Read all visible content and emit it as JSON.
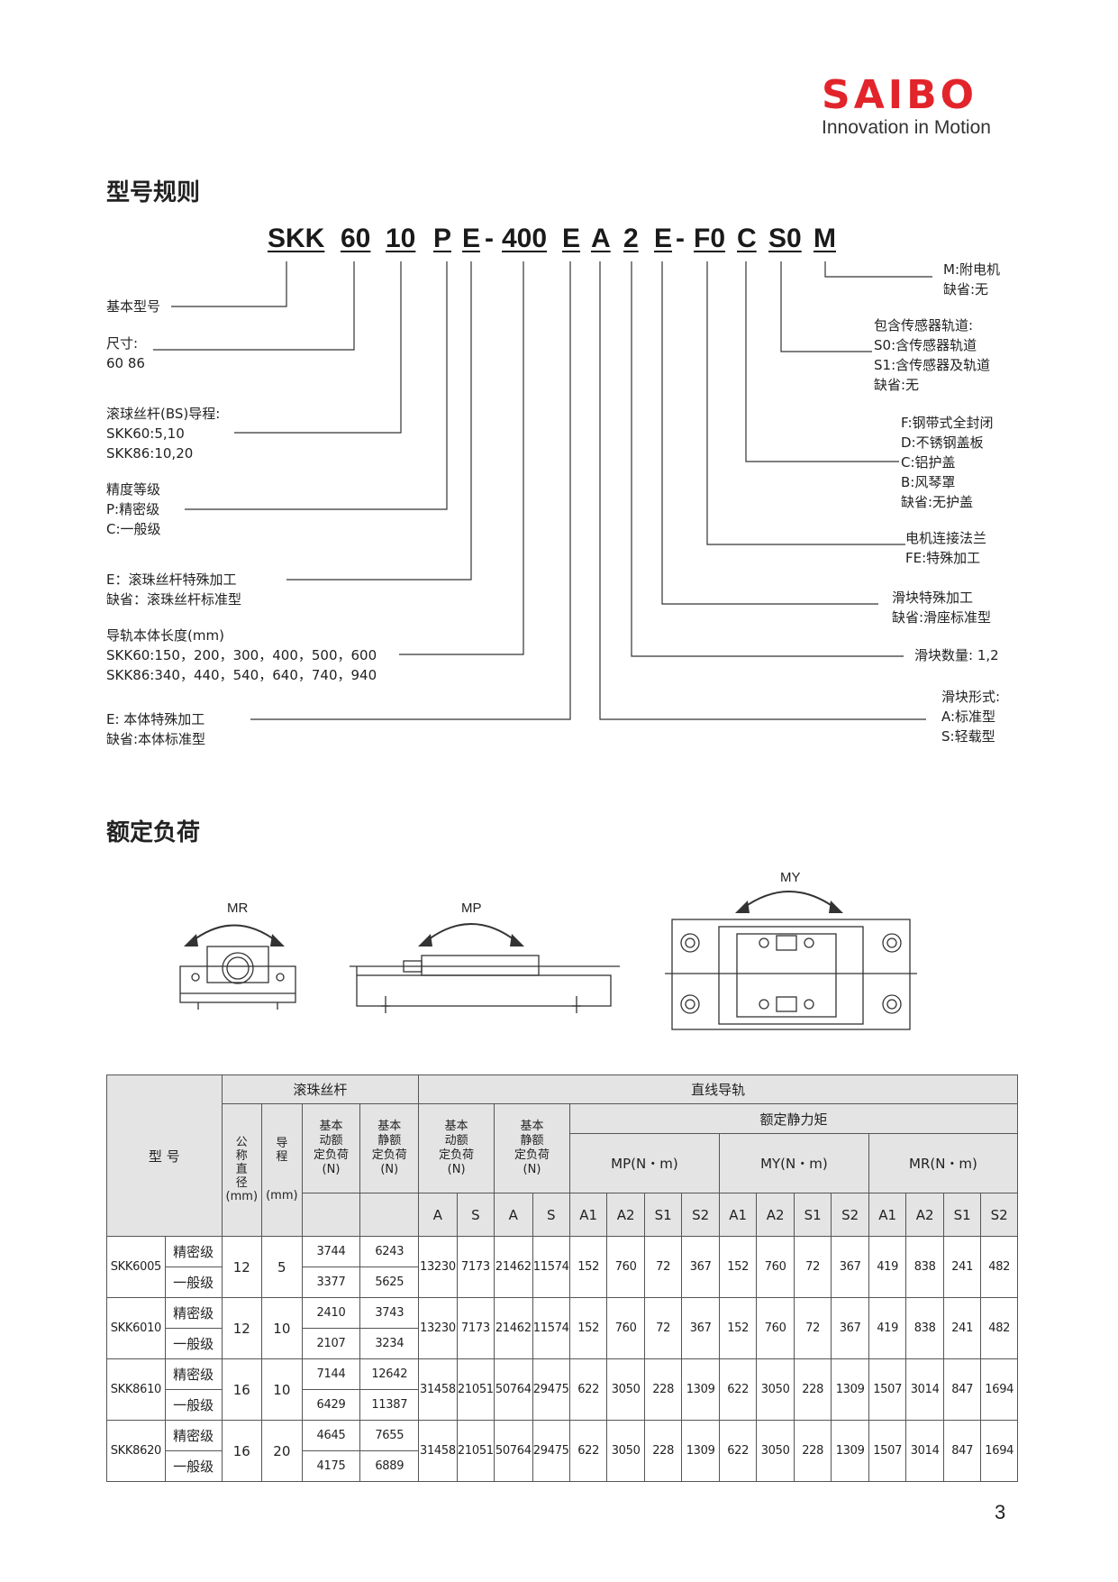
{
  "brand": {
    "name": "SAIBO",
    "tagline": "Innovation in Motion",
    "color": "#e2242b"
  },
  "section1_title": "型号规则",
  "model_code": [
    "SKK",
    "60",
    "10",
    "P",
    "E",
    "400",
    "E",
    "A",
    "2",
    "E",
    "F0",
    "C",
    "S0",
    "M"
  ],
  "code_dash": "-",
  "left_labels": [
    [
      "基本型号"
    ],
    [
      "尺寸:",
      "60 86"
    ],
    [
      "滚球丝杆(BS)导程:",
      "SKK60:5,10",
      "SKK86:10,20"
    ],
    [
      "精度等级",
      "P:精密级",
      "C:一般级"
    ],
    [
      "E：滚珠丝杆特殊加工",
      "缺省：滚珠丝杆标准型"
    ],
    [
      "导轨本体长度(mm)",
      "SKK60:150，200，300，400，500，600",
      "SKK86:340，440，540，640，740，940"
    ],
    [
      "E: 本体特殊加工",
      "缺省:本体标准型"
    ]
  ],
  "right_labels": [
    [
      "M:附电机",
      "缺省:无"
    ],
    [
      "包含传感器轨道:",
      "S0:含传感器轨道",
      "S1:含传感器及轨道",
      "缺省:无"
    ],
    [
      "F:钢带式全封闭",
      "D:不锈钢盖板",
      "C:铝护盖",
      "B:风琴罩",
      "缺省:无护盖"
    ],
    [
      "电机连接法兰",
      "FE:特殊加工"
    ],
    [
      "滑块特殊加工",
      "缺省:滑座标准型"
    ],
    [
      "滑块数量: 1,2"
    ],
    [
      "滑块形式:",
      "A:标准型",
      "S:轻载型"
    ]
  ],
  "section2_title": "额定负荷",
  "diagram_labels": {
    "mr": "MR",
    "mp": "MP",
    "my": "MY"
  },
  "table": {
    "model_header": "型    号",
    "ballscrew_header": "滚珠丝杆",
    "guide_header": "直线导轨",
    "static_moment_header": "额定静力矩",
    "col_diameter": "公称直径",
    "col_diameter_unit": "(mm)",
    "col_lead": "导程",
    "col_lead_unit": "(mm)",
    "col_bs_dynamic": [
      "基本",
      "动额",
      "定负荷",
      "(N)"
    ],
    "col_bs_static": [
      "基本",
      "静额",
      "定负荷",
      "(N)"
    ],
    "col_lg_dynamic": [
      "基本",
      "动额",
      "定负荷",
      "(N)"
    ],
    "col_lg_static": [
      "基本",
      "静额",
      "定负荷",
      "(N)"
    ],
    "mp_label": "MP(N・m)",
    "my_label": "MY(N・m)",
    "mr_label": "MR(N・m)",
    "sub_as": [
      "A",
      "S"
    ],
    "sub_moment": [
      "A1",
      "A2",
      "S1",
      "S2"
    ],
    "grade_precision": "精密级",
    "grade_normal": "一般级",
    "rows": [
      {
        "model": "SKK6005",
        "diameter": "12",
        "lead": "5",
        "bs_dyn": [
          "3744",
          "3377"
        ],
        "bs_sta": [
          "6243",
          "5625"
        ],
        "dyn": [
          "13230",
          "7173"
        ],
        "sta": [
          "21462",
          "11574"
        ],
        "mp": [
          "152",
          "760",
          "72",
          "367"
        ],
        "my": [
          "152",
          "760",
          "72",
          "367"
        ],
        "mr": [
          "419",
          "838",
          "241",
          "482"
        ]
      },
      {
        "model": "SKK6010",
        "diameter": "12",
        "lead": "10",
        "bs_dyn": [
          "2410",
          "2107"
        ],
        "bs_sta": [
          "3743",
          "3234"
        ],
        "dyn": [
          "13230",
          "7173"
        ],
        "sta": [
          "21462",
          "11574"
        ],
        "mp": [
          "152",
          "760",
          "72",
          "367"
        ],
        "my": [
          "152",
          "760",
          "72",
          "367"
        ],
        "mr": [
          "419",
          "838",
          "241",
          "482"
        ]
      },
      {
        "model": "SKK8610",
        "diameter": "16",
        "lead": "10",
        "bs_dyn": [
          "7144",
          "6429"
        ],
        "bs_sta": [
          "12642",
          "11387"
        ],
        "dyn": [
          "31458",
          "21051"
        ],
        "sta": [
          "50764",
          "29475"
        ],
        "mp": [
          "622",
          "3050",
          "228",
          "1309"
        ],
        "my": [
          "622",
          "3050",
          "228",
          "1309"
        ],
        "mr": [
          "1507",
          "3014",
          "847",
          "1694"
        ]
      },
      {
        "model": "SKK8620",
        "diameter": "16",
        "lead": "20",
        "bs_dyn": [
          "4645",
          "4175"
        ],
        "bs_sta": [
          "7655",
          "6889"
        ],
        "dyn": [
          "31458",
          "21051"
        ],
        "sta": [
          "50764",
          "29475"
        ],
        "mp": [
          "622",
          "3050",
          "228",
          "1309"
        ],
        "my": [
          "622",
          "3050",
          "228",
          "1309"
        ],
        "mr": [
          "1507",
          "3014",
          "847",
          "1694"
        ]
      }
    ]
  },
  "page_number": "3"
}
